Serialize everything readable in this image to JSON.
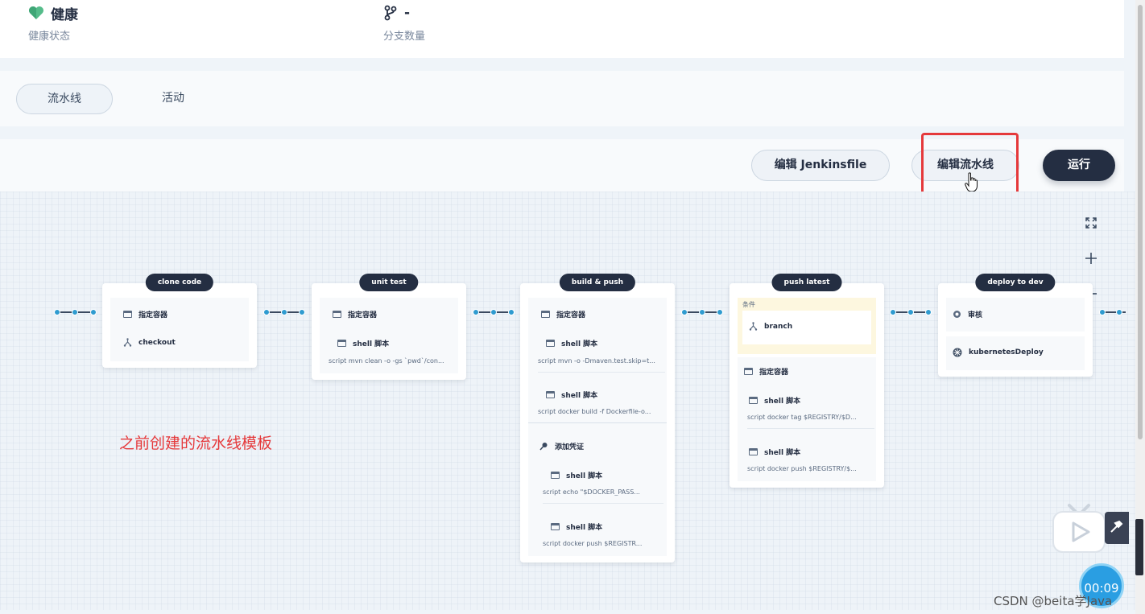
{
  "stats": {
    "health": {
      "value": "健康",
      "label": "健康状态",
      "icon": "heart-icon",
      "color": "#55bc8a"
    },
    "branches": {
      "value": "-",
      "label": "分支数量",
      "icon": "branch-icon"
    }
  },
  "tabs": [
    {
      "label": "流水线",
      "active": true
    },
    {
      "label": "活动",
      "active": false
    }
  ],
  "toolbar": {
    "edit_jenkinsfile": "编辑 Jenkinsfile",
    "edit_pipeline": "编辑流水线",
    "run": "运行"
  },
  "canvas_controls": [
    "fullscreen-icon",
    "zoom-in-icon",
    "zoom-out-icon"
  ],
  "stages": [
    {
      "title": "clone code",
      "steps": [
        {
          "label": "指定容器"
        },
        {
          "label": "checkout"
        }
      ]
    },
    {
      "title": "unit test",
      "steps": [
        {
          "label": "指定容器"
        },
        {
          "label": "shell 脚本",
          "script": "script   mvn clean -o -gs `pwd`/con..."
        }
      ]
    },
    {
      "title": "build & push",
      "steps": [
        {
          "label": "指定容器"
        },
        {
          "label": "shell 脚本",
          "script": "script   mvn -o -Dmaven.test.skip=t..."
        },
        {
          "label": "shell 脚本",
          "script": "script   docker build -f Dockerfile-o..."
        },
        {
          "label": "添加凭证"
        },
        {
          "label": "shell 脚本",
          "script": "script   echo \"$DOCKER_PASS..."
        },
        {
          "label": "shell 脚本",
          "script": "script   docker push $REGISTR..."
        }
      ]
    },
    {
      "title": "push latest",
      "condition_label": "条件",
      "condition": "branch",
      "steps": [
        {
          "label": "指定容器"
        },
        {
          "label": "shell 脚本",
          "script": "script   docker tag $REGISTRY/$D..."
        },
        {
          "label": "shell 脚本",
          "script": "script   docker push $REGISTRY/$..."
        }
      ]
    },
    {
      "title": "deploy to dev",
      "steps": [
        {
          "label": "审核"
        },
        {
          "label": "kubernetesDeploy"
        }
      ]
    }
  ],
  "annotation": "之前创建的流水线模板",
  "overlay": {
    "timer": "00:09",
    "watermark": "CSDN @beita学Java"
  },
  "colors": {
    "accent_dark": "#242e42",
    "highlight": "#e5393b",
    "node": "#2f9bd0"
  }
}
